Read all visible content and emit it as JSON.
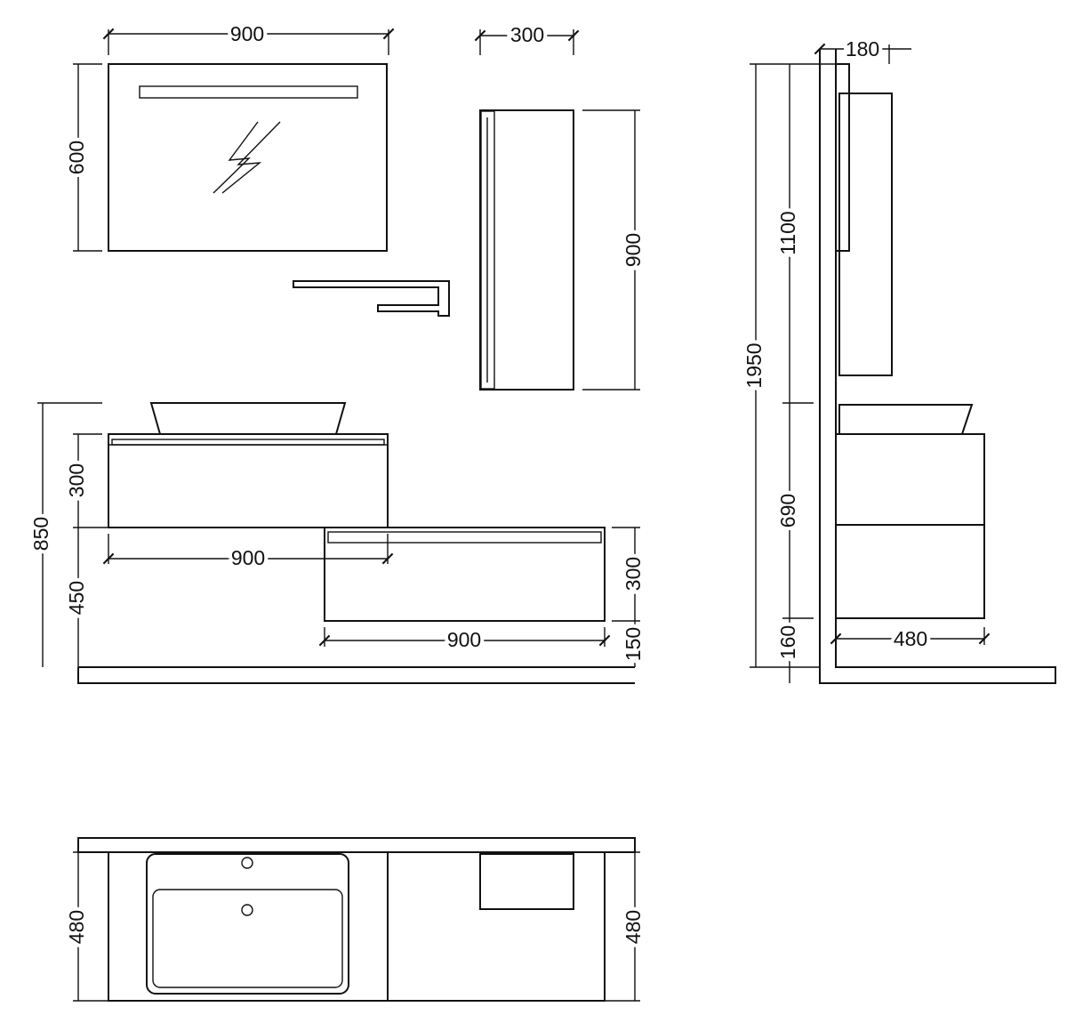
{
  "front_view": {
    "mirror": {
      "width": "900",
      "height": "600"
    },
    "tall_cabinet": {
      "width": "300",
      "height": "900"
    },
    "upper_vanity": {
      "height": "300",
      "width": "900",
      "total_height": "850",
      "floor_clearance": "450"
    },
    "lower_unit": {
      "height": "300",
      "width": "900",
      "floor_clearance": "150"
    }
  },
  "side_view": {
    "mirror_depth": "180",
    "total_height": "1950",
    "upper_height": "1100",
    "vanity_height": "690",
    "floor_clearance": "160",
    "depth": "480"
  },
  "plan_view": {
    "left_depth": "480",
    "right_depth": "480"
  }
}
